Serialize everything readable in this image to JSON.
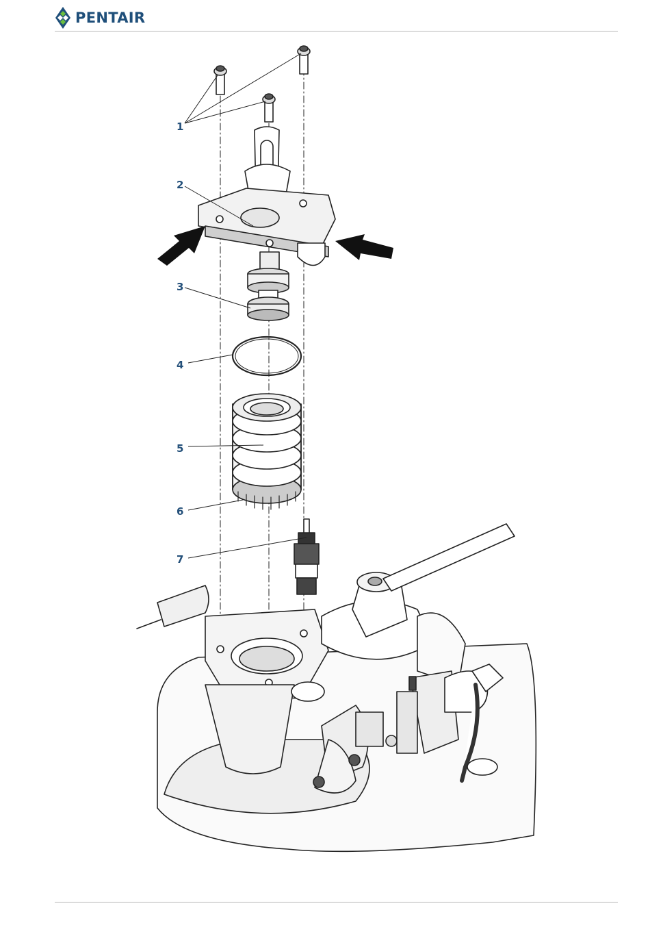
{
  "header": {
    "brand": "PENTAIR",
    "logo_icon": "pentair-diamond-logo-icon",
    "brand_color": "#1f4f7a"
  },
  "figure": {
    "callouts": [
      "1",
      "2",
      "3",
      "4",
      "5",
      "6",
      "7"
    ],
    "callout_color": "#24507a"
  }
}
